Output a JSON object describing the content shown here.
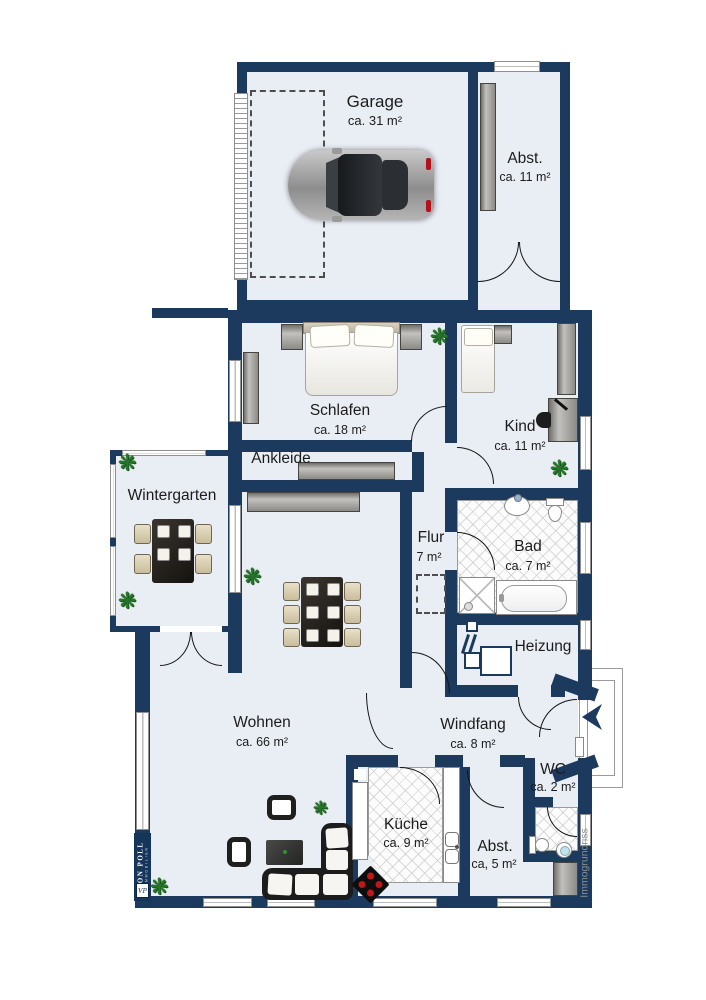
{
  "branding": {
    "agency_line1": "VON POLL",
    "agency_line2": "IMMOBILIEN",
    "monogram": "VP",
    "watermark": "Immogrundriss"
  },
  "colors": {
    "wall": "#1b3a5e",
    "floor": "#e9edf4",
    "burner_red": "#c0181a",
    "plant_green": "#27762b"
  },
  "rooms": {
    "garage": {
      "name": "Garage",
      "area": "ca. 31 m²"
    },
    "abst_top": {
      "name": "Abst.",
      "area": "ca. 11 m²"
    },
    "schlafen": {
      "name": "Schlafen",
      "area": "ca. 18 m²"
    },
    "kind": {
      "name": "Kind",
      "area": "ca. 11 m²"
    },
    "ankleide": {
      "name": "Ankleide"
    },
    "wintergarten": {
      "name": "Wintergarten"
    },
    "flur": {
      "name": "Flur",
      "area": "7 m²"
    },
    "bad": {
      "name": "Bad",
      "area": "ca. 7 m²"
    },
    "heizung": {
      "name": "Heizung"
    },
    "wohnen": {
      "name": "Wohnen",
      "area": "ca. 66 m²"
    },
    "windfang": {
      "name": "Windfang",
      "area": "ca. 8 m²"
    },
    "wc": {
      "name": "WC",
      "area": "ca. 2 m²"
    },
    "kueche": {
      "name": "Küche",
      "area": "ca. 9 m²"
    },
    "abst_bottom": {
      "name": "Abst.",
      "area": "ca, 5 m²"
    }
  }
}
